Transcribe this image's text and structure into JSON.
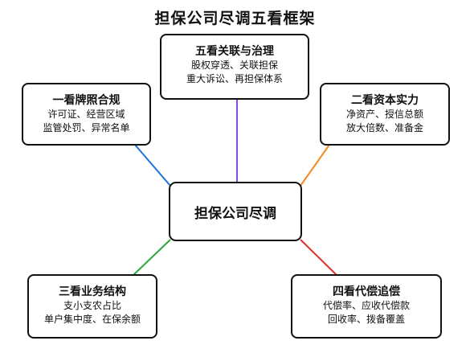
{
  "title": "担保公司尽调五看框架",
  "center": {
    "label": "担保公司尽调"
  },
  "colors": {
    "blue": "#1a73d9",
    "purple": "#8e44ec",
    "orange": "#f28a1f",
    "green": "#2ea83a",
    "red": "#e0302b"
  },
  "nodes": {
    "top": {
      "heading": "五看关联与治理",
      "lines": [
        "股权穿透、关联担保",
        "重大诉讼、再担保体系"
      ],
      "color": "purple"
    },
    "upper_left": {
      "heading": "一看牌照合规",
      "lines": [
        "许可证、经营区域",
        "监管处罚、异常名单"
      ],
      "color": "blue"
    },
    "upper_right": {
      "heading": "二看资本实力",
      "lines": [
        "净资产、授信总额",
        "放大倍数、准备金"
      ],
      "color": "orange"
    },
    "lower_left": {
      "heading": "三看业务结构",
      "lines": [
        "支小支农占比",
        "单户集中度、在保余额"
      ],
      "color": "green"
    },
    "lower_right": {
      "heading": "四看代偿追偿",
      "lines": [
        "代偿率、应收代偿款",
        "回收率、拨备覆盖"
      ],
      "color": "red"
    }
  }
}
